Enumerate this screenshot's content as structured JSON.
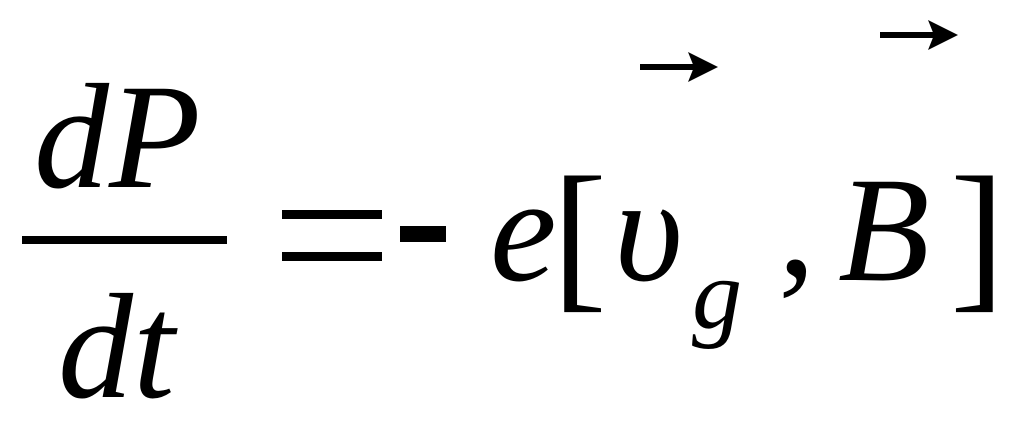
{
  "formula": {
    "numerator": "dP",
    "denominator": "dt",
    "equals": "=",
    "minus": "-",
    "charge": "e",
    "left_bracket": "[",
    "velocity": "υ",
    "velocity_subscript": "g",
    "separator": ",",
    "field": "B",
    "right_bracket": "]"
  },
  "icons": {
    "velocity_arrow": "vector-arrow-icon",
    "field_arrow": "vector-arrow-icon"
  },
  "colors": {
    "ink": "#000000",
    "background": "#ffffff"
  }
}
